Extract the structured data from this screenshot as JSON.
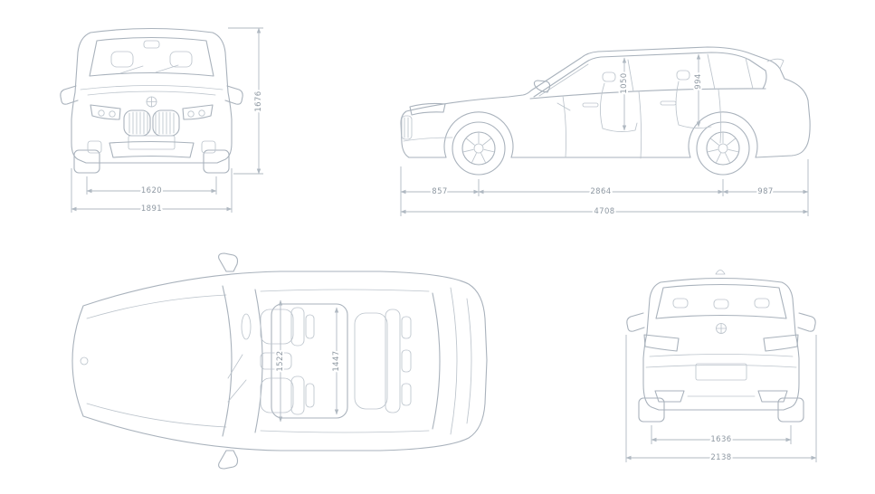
{
  "page": {
    "title": "vehicle-dimensions-blueprint"
  },
  "colors": {
    "line": "#a9b2bc",
    "lineLight": "#bcc4cc",
    "dim": "#b0b9c2",
    "text": "#8e98a2",
    "bg": "#ffffff"
  },
  "views": {
    "front": {
      "name": "front-view"
    },
    "side": {
      "name": "side-view"
    },
    "top": {
      "name": "top-view"
    },
    "rear": {
      "name": "rear-view"
    }
  },
  "dims": {
    "front_track": "1620",
    "front_width": "1891",
    "front_height": "1676",
    "side_front_overhang": "857",
    "side_wheelbase": "2864",
    "side_rear_overhang": "987",
    "side_length": "4708",
    "side_front_headroom": "1050",
    "side_rear_headroom": "994",
    "top_front_width": "1522",
    "top_rear_width": "1447",
    "rear_track": "1636",
    "rear_width_mirrors": "2138"
  }
}
